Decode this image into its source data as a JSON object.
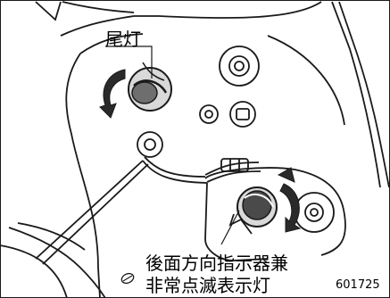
{
  "diagram": {
    "labels": {
      "tail_light": "尾灯",
      "rear_turn_signal_line1": "後面方向指示器兼",
      "rear_turn_signal_line2": "非常点滅表示灯",
      "figure_number": "601725"
    },
    "colors": {
      "line": "#1a1a1a",
      "arrow_fill": "#2a2a2a",
      "background": "#ffffff"
    },
    "icons": [
      "rotate-counterclockwise-arrow",
      "rotate-clockwise-arrow",
      "bulb-icon",
      "leader-line"
    ]
  }
}
